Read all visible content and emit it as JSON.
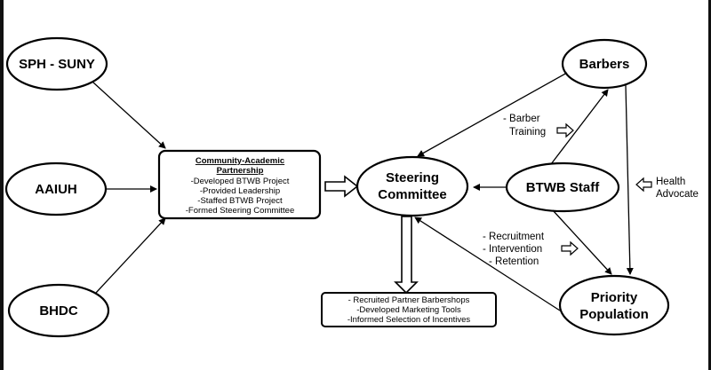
{
  "nodes": {
    "sph": "SPH - SUNY",
    "aaiuh": "AAIUH",
    "bhdc": "BHDC",
    "steering_line1": "Steering",
    "steering_line2": "Committee",
    "barbers": "Barbers",
    "btwb_staff": "BTWB Staff",
    "priority_line1": "Priority",
    "priority_line2": "Population"
  },
  "partnership_box": {
    "title_line1": "Community-Academic",
    "title_line2": "Partnership",
    "items": [
      "-Developed BTWB Project",
      "-Provided Leadership",
      "-Staffed BTWB Project",
      "-Formed Steering Committee"
    ]
  },
  "outcomes_box": {
    "items": [
      "- Recruited Partner Barbershops",
      "-Developed Marketing Tools",
      "-Informed Selection of Incentives"
    ]
  },
  "annotations": {
    "barber_training_line1": "- Barber",
    "barber_training_line2": "Training",
    "health_advocate_line1": "Health",
    "health_advocate_line2": "Advocate",
    "recruitment": "- Recruitment",
    "intervention": "- Intervention",
    "retention": "- Retention"
  }
}
